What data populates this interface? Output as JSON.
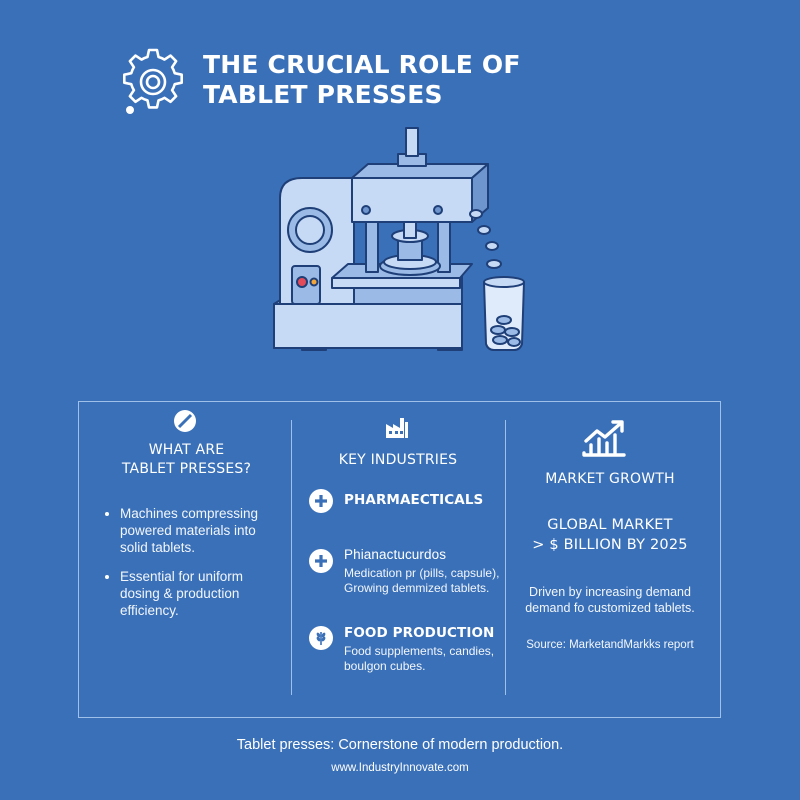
{
  "header": {
    "title_line1": "THE CRUCIAL ROLE OF",
    "title_line2": "TABLET PRESSES",
    "icon": "gear-icon"
  },
  "illustration": {
    "icon": "tablet-press-machine-illustration"
  },
  "col1": {
    "icon": "pill-icon",
    "heading_line1": "WHAT ARE",
    "heading_line2": "TABLET PRESSES?",
    "bullets": [
      {
        "lines": [
          "Machines compressing",
          "powered materials into",
          "solid tablets."
        ]
      },
      {
        "lines": [
          "Essential for uniform",
          "dosing & production",
          "efficiency."
        ]
      }
    ]
  },
  "col2": {
    "icon": "factory-icon",
    "heading": "KEY INDUSTRIES",
    "items": [
      {
        "icon": "plus-circle-icon",
        "title": "PHARMAECTICALS",
        "lines": []
      },
      {
        "icon": "plus-circle-icon",
        "title": "Phianactucurdos",
        "lines": [
          "Medication pr (pills, capsule),",
          "Growing demmized tablets."
        ]
      },
      {
        "icon": "wheat-icon",
        "title": "FOOD PRODUCTION",
        "lines": [
          "Food supplements, candies,",
          "boulgon cubes."
        ]
      }
    ]
  },
  "col3": {
    "icon": "growth-chart-icon",
    "heading": "MARKET GROWTH",
    "stat_line1": "GLOBAL MARKET",
    "stat_line2": "> $ BILLION BY 2025",
    "driver_line1": "Driven by increasing demand",
    "driver_line2": "demand fo customized tablets.",
    "source": "Source: MarketandMarkks report"
  },
  "footer": {
    "tagline": "Tablet presses: Cornerstone of modern production.",
    "url": "www.IndustryInnovate.com"
  },
  "colors": {
    "background": "#3a70b8",
    "panel_border": "#9fc0e8",
    "machine_light": "#c7daf5",
    "machine_mid": "#9bbbe6",
    "machine_dark": "#6f95cf",
    "outline": "#1f3f78"
  }
}
